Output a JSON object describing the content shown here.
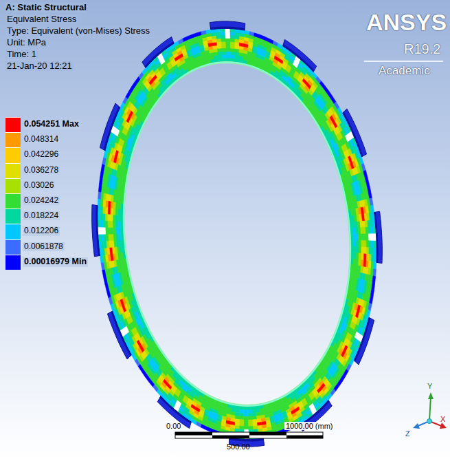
{
  "diagram": {
    "title": "A: Static Structural",
    "labels": [
      "Equivalent Stress",
      "Type: Equivalent (von-Mises) Stress",
      "Unit: MPa",
      "Time: 1",
      "21-Jan-20 12:21",
      "ANSYS",
      "R19.2",
      "Academic",
      "0.00",
      "1000.00 (mm)",
      "500.00",
      "Y",
      "X",
      "Z"
    ],
    "legend": [
      {
        "text": "0.054251 Max",
        "color": "#ff0000"
      },
      {
        "text": "0.048314",
        "color": "#ff9900"
      },
      {
        "text": "0.042296",
        "color": "#ffcc00"
      },
      {
        "text": "0.036278",
        "color": "#e0e000"
      },
      {
        "text": "0.03026",
        "color": "#a8e000"
      },
      {
        "text": "0.024242",
        "color": "#33dd33"
      },
      {
        "text": "0.018224",
        "color": "#00d8a0"
      },
      {
        "text": "0.012206",
        "color": "#00c8ff"
      },
      {
        "text": "0.0061878",
        "color": "#3b6cff"
      },
      {
        "text": "0.00016979 Min",
        "color": "#0000ff"
      }
    ]
  }
}
